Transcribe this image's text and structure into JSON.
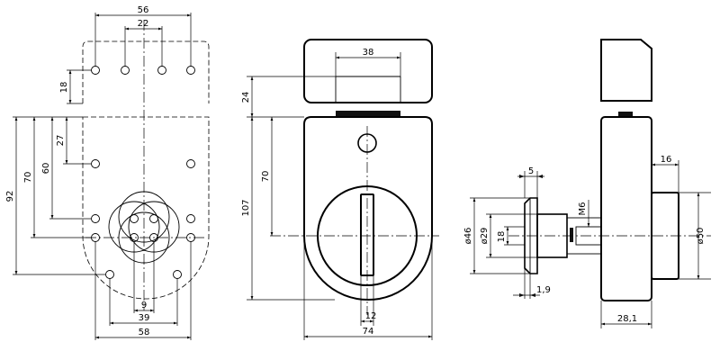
{
  "dimensions": {
    "left_view": {
      "d56": "56",
      "d22": "22",
      "d18": "18",
      "d27": "27",
      "d60": "60",
      "d70": "70",
      "d92": "92",
      "d9": "9",
      "d39": "39",
      "d58": "58"
    },
    "front_view": {
      "d38": "38",
      "d24": "24",
      "d70": "70",
      "d107": "107",
      "d12": "12",
      "d74": "74"
    },
    "cylinder_view": {
      "d5": "5",
      "m6": "M6",
      "d46": "ø46",
      "d29": "ø29",
      "d18": "18",
      "d1_9": "1,9"
    },
    "side_view": {
      "d16": "16",
      "d50": "ø50",
      "d28_1": "28,1"
    }
  }
}
